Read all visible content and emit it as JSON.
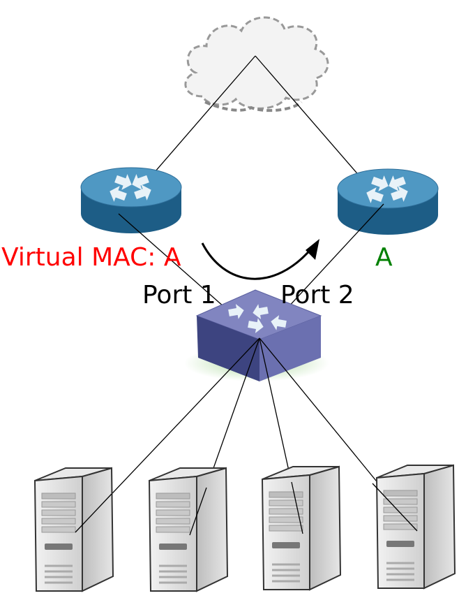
{
  "labels": {
    "virtual_mac": "Virtual MAC: A",
    "mac_right": "A",
    "port1": "Port 1",
    "port2": "Port 2"
  },
  "colors": {
    "virtual_mac": "#ff0000",
    "mac_right": "#008000",
    "port_text": "#000000",
    "router_top": "#5a9fc6",
    "router_side": "#1d5d86",
    "switch_top": "#8185c0",
    "switch_side": "#3d4480",
    "server_body": "#dcdcdc",
    "cloud_fill": "#f0f0f0",
    "line": "#000000"
  },
  "icons": {
    "cloud": "cloud-icon",
    "router_left": "router-icon",
    "router_right": "router-icon",
    "switch": "switch-icon",
    "server": "server-icon"
  }
}
